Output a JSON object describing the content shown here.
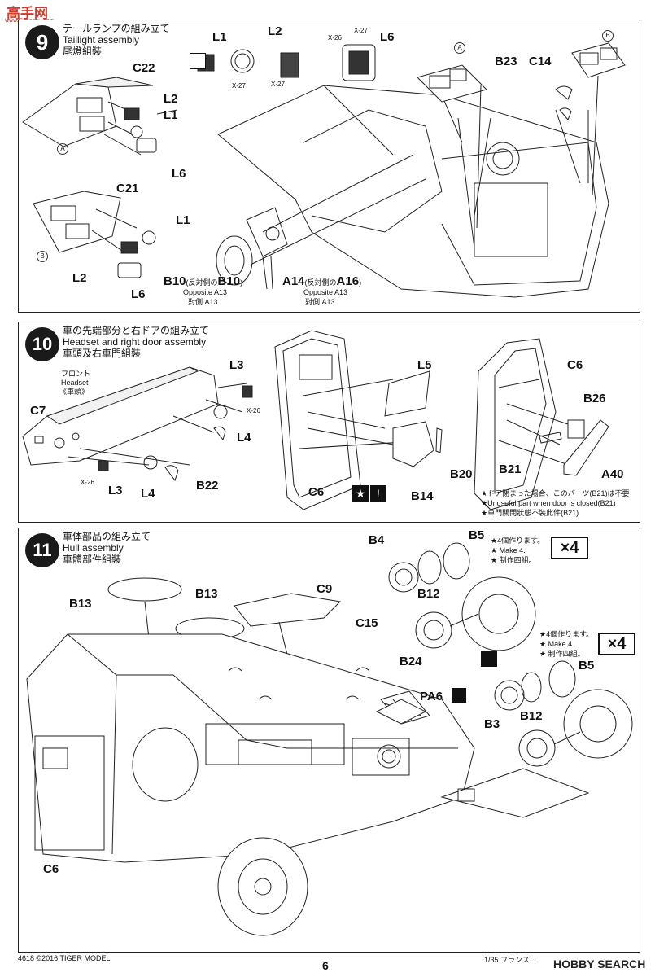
{
  "watermark": {
    "cn_logo": "高手网",
    "url": "www.Gaoshou.com",
    "bottom_brand": "HOBBY SEARCH"
  },
  "step9": {
    "number": "9",
    "title_jp": "テールランプの組み立て",
    "title_en": "Taillight assembly",
    "title_cn": "尾燈組裝",
    "parts": {
      "L1_top": "L1",
      "L2_top": "L2",
      "L6_top": "L6",
      "C22": "C22",
      "L2_a": "L2",
      "L1_a": "L1",
      "L6_a": "L6",
      "C21": "C21",
      "L1_b": "L1",
      "L2_b": "L2",
      "L6_b": "L6",
      "B23": "B23",
      "C14": "C14",
      "B10": "B10",
      "B10_in": "B10",
      "A14": "A14",
      "A16": "A16"
    },
    "x27_a": "X-27",
    "x27_b": "X-27",
    "x26": "X-26",
    "x27_c": "X-27",
    "circle_A": "A",
    "circle_B": "B",
    "circle_A2": "A",
    "circle_B2": "B",
    "b10_prefix": "(反対側の",
    "b10_suffix": ")",
    "b10_en": "Opposite A13",
    "b10_cn": "對側 A13",
    "a14_prefix": "(反対側の",
    "a14_suffix": ")",
    "a14_en": "Opposite A13",
    "a14_cn": "對側 A13"
  },
  "step10": {
    "number": "10",
    "title_jp": "車の先端部分と右ドアの組み立て",
    "title_en": "Headset and right door assembly",
    "title_cn": "車頭及右車門組裝",
    "front_jp": "フロント",
    "front_en": "Headset",
    "front_cn": "《車頭》",
    "parts": {
      "L3_a": "L3",
      "C7": "C7",
      "L4_a": "L4",
      "L3_b": "L3",
      "L4_b": "L4",
      "B22": "B22",
      "L5": "L5",
      "C6": "C6",
      "B14": "B14",
      "B20": "B20",
      "C6_r": "C6",
      "B26": "B26",
      "B21": "B21",
      "A40": "A40"
    },
    "x26_a": "X-26",
    "x26_b": "X-26",
    "note_jp": "★ドア閉まった場合、このパーツ(B21)は不要",
    "note_en": "★Unuseful part when door is closed(B21)",
    "note_cn": "★車門關閉狀態不裝此件(B21)"
  },
  "step11": {
    "number": "11",
    "title_jp": "車体部品の組み立て",
    "title_en": "Hull assembly",
    "title_cn": "車體部件組裝",
    "parts": {
      "B13_a": "B13",
      "B13_b": "B13",
      "C9": "C9",
      "C15": "C15",
      "B24": "B24",
      "PA6": "PA6",
      "B4": "B4",
      "B5_a": "B5",
      "B12_a": "B12",
      "B5_b": "B5",
      "B3": "B3",
      "B12_b": "B12",
      "C6": "C6"
    },
    "make4_a": {
      "jp": "★4個作ります。",
      "en": "★ Make 4.",
      "cn": "★ 制作四組。",
      "times": "×4"
    },
    "make4_b": {
      "jp": "★4個作ります。",
      "en": "★ Make 4.",
      "cn": "★ 制作四組。",
      "times": "×4"
    }
  },
  "footer": {
    "left": "4618  ©2016  TIGER MODEL",
    "page": "6",
    "right": "1/35 フランス..."
  },
  "colors": {
    "ink": "#111111",
    "watermark": "#d43a2a",
    "paper": "#ffffff"
  }
}
